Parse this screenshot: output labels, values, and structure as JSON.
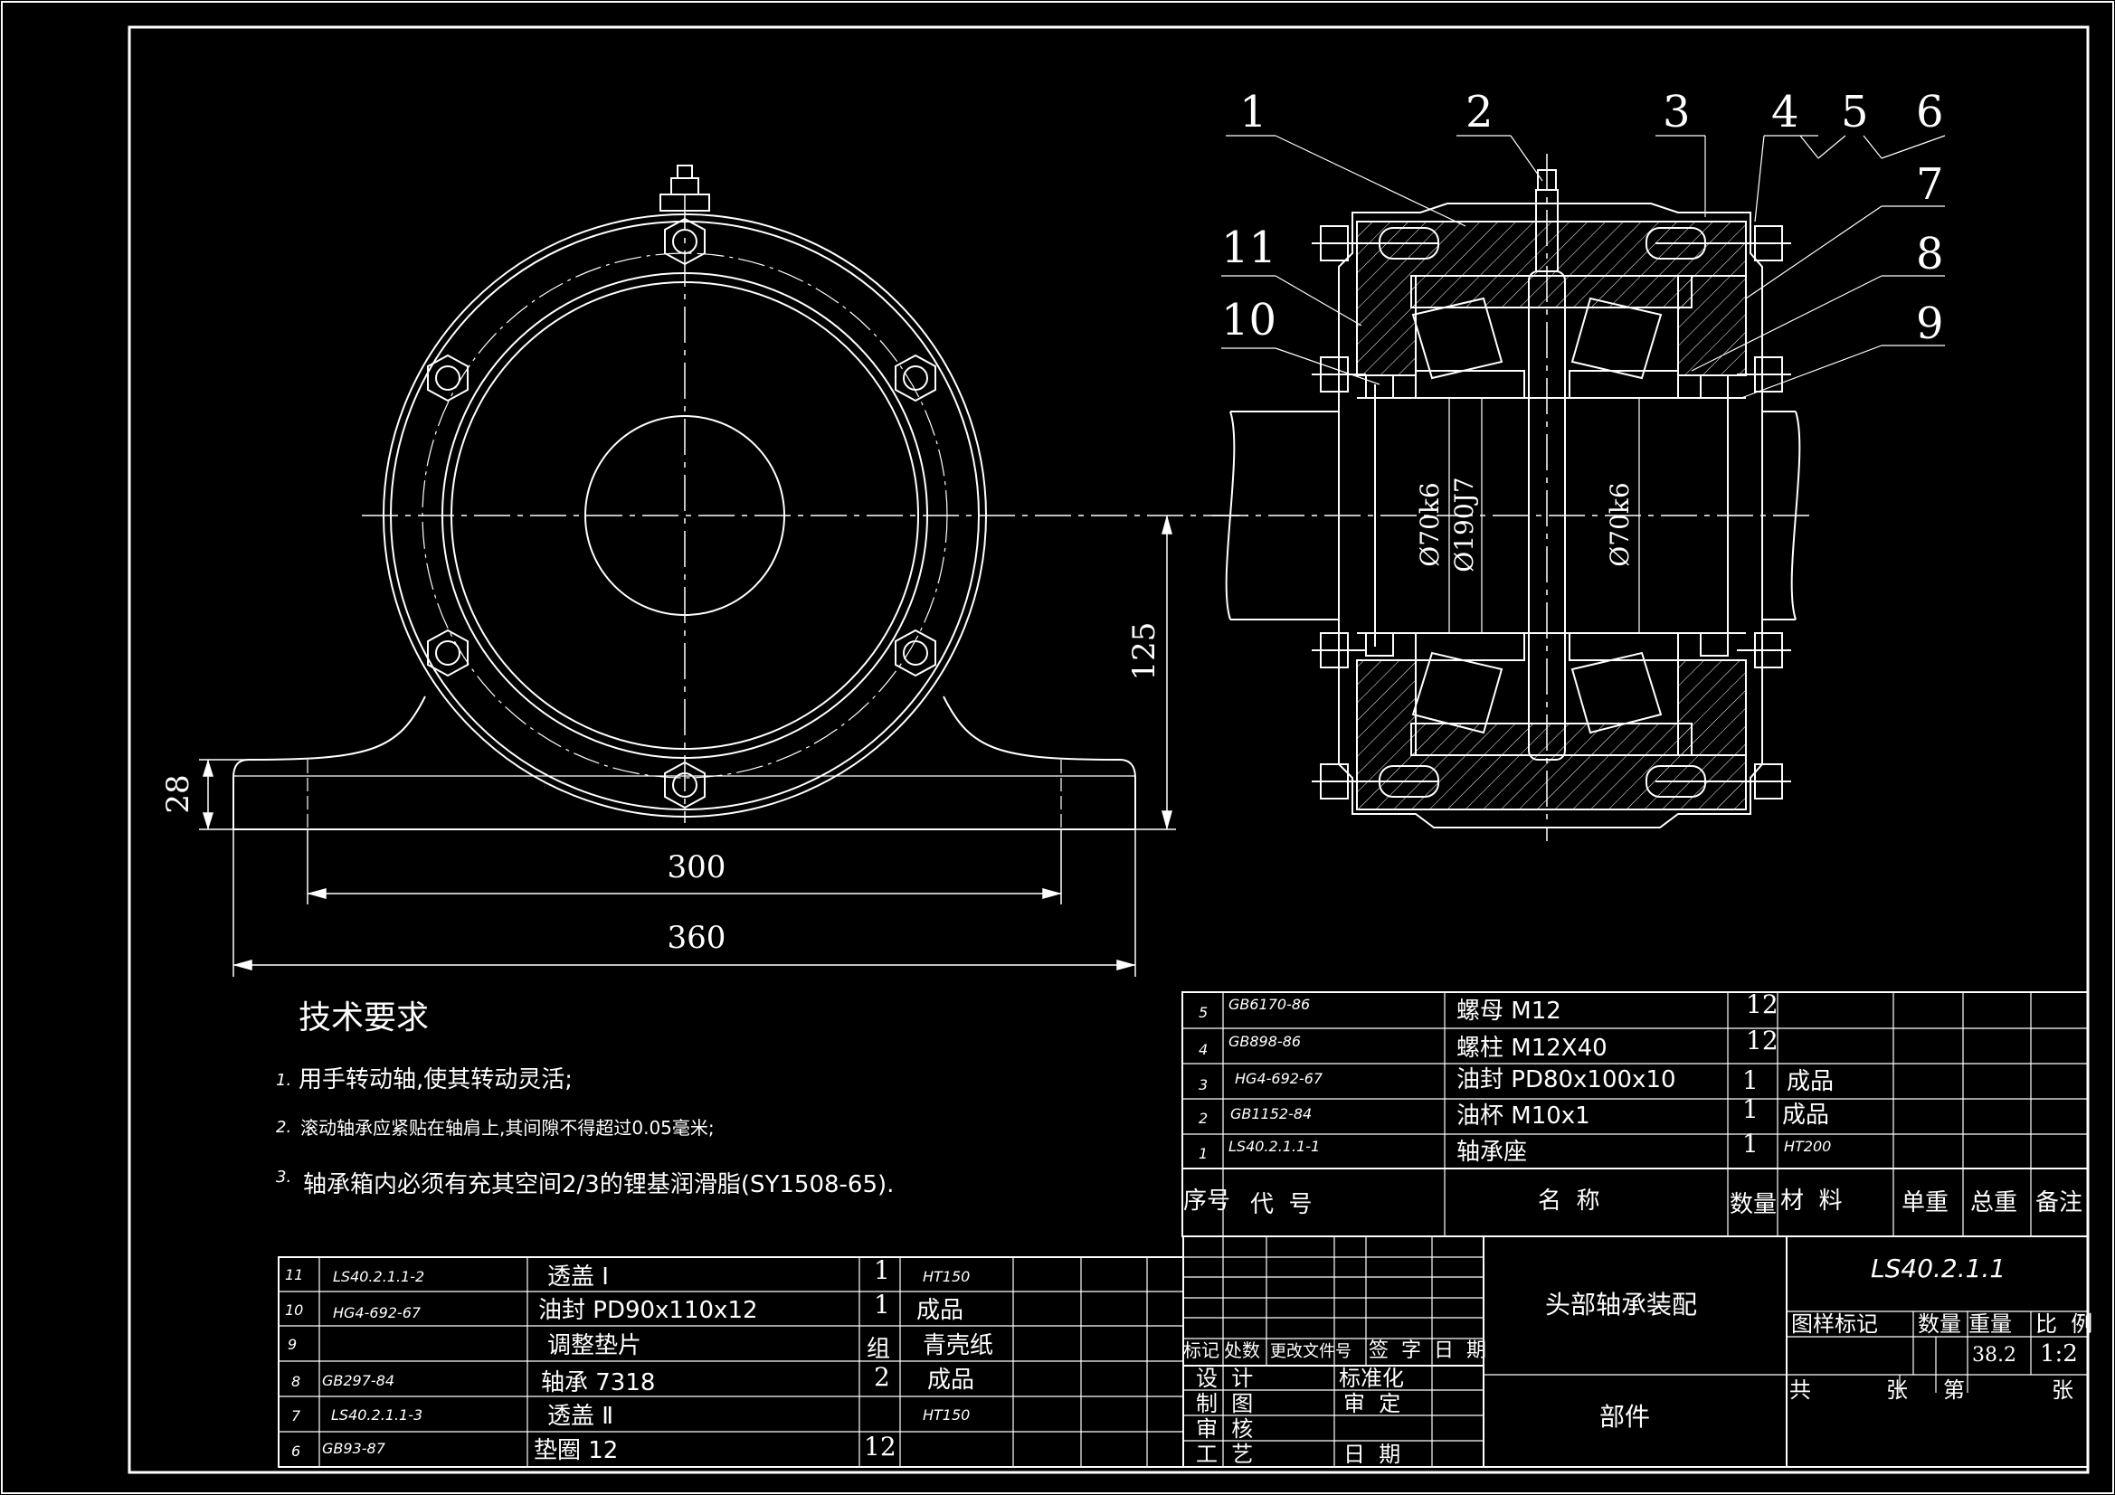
{
  "drawing": {
    "part_callouts": [
      "1",
      "2",
      "3",
      "4",
      "5",
      "6",
      "7",
      "8",
      "9",
      "10",
      "11"
    ],
    "dimensions": {
      "height": "125",
      "base_thickness": "28",
      "bolt_span": "300",
      "base_length": "360",
      "shaft_fit_left": "Ø70k6",
      "housing_fit": "Ø190J7",
      "shaft_fit_right": "Ø70k6"
    }
  },
  "tech_requirements": {
    "title": "技术要求",
    "items": [
      {
        "no": "1.",
        "text": "用手转动轴,使其转动灵活;"
      },
      {
        "no": "2.",
        "text": "滚动轴承应紧贴在轴肩上,其间隙不得超过0.05毫米;"
      },
      {
        "no": "3.",
        "text": "轴承箱内必须有充其空间2/3的锂基润滑脂(SY1508-65)."
      }
    ]
  },
  "bom_upper": [
    {
      "no": "5",
      "code": "GB6170-86",
      "name": "螺母 M12",
      "qty": "12",
      "material": ""
    },
    {
      "no": "4",
      "code": "GB898-86",
      "name": "螺柱 M12X40",
      "qty": "12",
      "material": ""
    },
    {
      "no": "3",
      "code": "HG4-692-67",
      "name": "油封 PD80x100x10",
      "qty": "1",
      "material": "成品"
    },
    {
      "no": "2",
      "code": "GB1152-84",
      "name": "油杯 M10x1",
      "qty": "1",
      "material": "成品"
    },
    {
      "no": "1",
      "code": "LS40.2.1.1-1",
      "name": "轴承座",
      "qty": "1",
      "material": "HT200"
    }
  ],
  "bom_header": {
    "no": "序号",
    "code": "代  号",
    "name": "名  称",
    "qty": "数量",
    "material": "材  料",
    "unit_weight": "单重",
    "total_weight": "总重",
    "remark": "备注"
  },
  "bom_lower": [
    {
      "no": "11",
      "code": "LS40.2.1.1-2",
      "name": "透盖 Ⅰ",
      "qty": "1",
      "material": "HT150"
    },
    {
      "no": "10",
      "code": "HG4-692-67",
      "name": "油封 PD90x110x12",
      "qty": "1",
      "material": "成品"
    },
    {
      "no": "9",
      "code": "",
      "name": "调整垫片",
      "qty": "组",
      "material": "青壳纸"
    },
    {
      "no": "8",
      "code": "GB297-84",
      "name": "轴承 7318",
      "qty": "2",
      "material": "成品"
    },
    {
      "no": "7",
      "code": "LS40.2.1.1-3",
      "name": "透盖 Ⅱ",
      "qty": "",
      "material": "HT150"
    },
    {
      "no": "6",
      "code": "GB93-87",
      "name": "垫圈 12",
      "qty": "12",
      "material": ""
    }
  ],
  "title_block": {
    "drawing_no": "LS40.2.1.1",
    "title": "头部轴承装配",
    "unit": "部件",
    "labels": {
      "mark": "标记",
      "count": "处数",
      "change_doc": "更改文件号",
      "sign": "签  字",
      "date": "日  期",
      "design": "设  计",
      "standard": "标准化",
      "draw": "制  图",
      "approve": "审  定",
      "check": "审  核",
      "craft": "工  艺",
      "date2": "日  期",
      "sample_mark": "图样标记",
      "quantity": "数量",
      "weight": "重量",
      "scale": "比  例",
      "total": "共",
      "sheets": "张",
      "page": "第",
      "sheets2": "张"
    },
    "weight": "38.2",
    "scale": "1:2"
  }
}
